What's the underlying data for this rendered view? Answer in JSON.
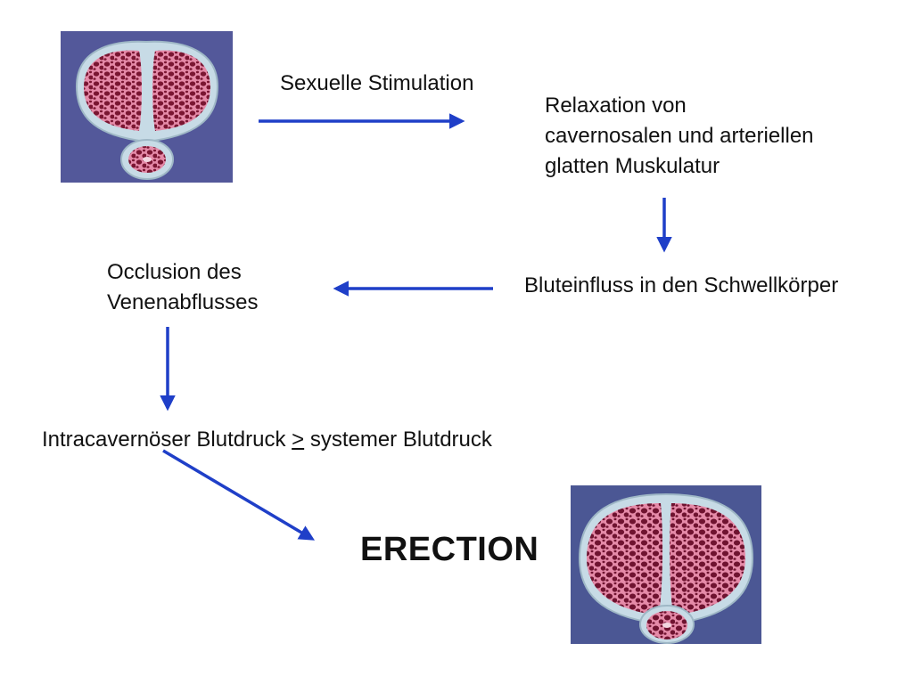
{
  "steps": {
    "stimulation": "Sexuelle Stimulation",
    "relaxation": [
      "Relaxation von",
      "cavernosalen und arteriellen",
      "glatten Muskulatur"
    ],
    "bluteinfluss": "Bluteinfluss in den Schwellkörper",
    "occlusion": [
      "Occlusion des",
      "Venenabflusses"
    ],
    "pressure": {
      "left": "Intracavernöser Blutdruck",
      "operator": ">",
      "right": "systemer Blutdruck"
    },
    "result": "ERECTION"
  },
  "images": {
    "flaccid": "cross-section-flaccid",
    "erect": "cross-section-erect"
  },
  "colors": {
    "arrow": "#1f3fc8",
    "photo_background_flaccid": "#53589a",
    "photo_background_erect": "#4b5794",
    "tunica": "#c7dbe6",
    "tissue": "#8c1f3c",
    "tissue_lines": "#e58aa8"
  }
}
